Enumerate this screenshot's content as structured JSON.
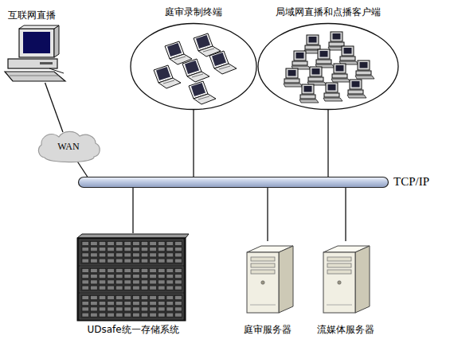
{
  "diagram": {
    "nodes": [
      {
        "text": [
          "互联网直播"
        ]
      },
      {
        "text": [
          "庭审录制终端"
        ]
      },
      {
        "text": [
          "局域网直播和点播客户端"
        ]
      },
      {
        "text": [
          "WAN"
        ]
      },
      {
        "text": [
          "TCP/IP"
        ]
      },
      {
        "text": [
          "UDsafe统一存储系统"
        ]
      },
      {
        "text": [
          "庭审服务器"
        ]
      },
      {
        "text": [
          "流媒体服务器"
        ]
      }
    ],
    "edges": [
      {
        "from": 0,
        "to": 3,
        "arrow": "none"
      },
      {
        "from": 3,
        "to": 4,
        "arrow": "none"
      },
      {
        "from": 1,
        "to": 4,
        "arrow": "none"
      },
      {
        "from": 2,
        "to": 4,
        "arrow": "none"
      },
      {
        "from": 4,
        "to": 5,
        "arrow": "none"
      },
      {
        "from": 4,
        "to": 6,
        "arrow": "none"
      },
      {
        "from": 4,
        "to": 7,
        "arrow": "none"
      }
    ]
  }
}
